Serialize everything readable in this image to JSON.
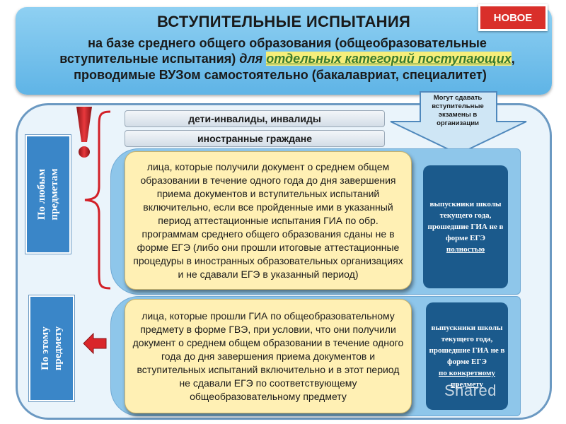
{
  "header": {
    "title": "ВСТУПИТЕЛЬНЫЕ ИСПЫТАНИЯ",
    "line1": "на базе среднего общего образования (общеобразовательные",
    "line2_start": "вступительные испытания)",
    "line2_italic": "для",
    "line2_link": "отдельных категорий поступающих",
    "line2_end": ",",
    "line3": "проводимые ВУЗом самостоятельно (бакалавриат, специалитет)",
    "badge": "НОВОЕ"
  },
  "categories": [
    "дети-инвалиды, инвалиды",
    "иностранные граждане"
  ],
  "side_labels": {
    "any_subjects": [
      "По любым",
      "предметам"
    ],
    "this_subject": [
      "По этому",
      "предмету"
    ]
  },
  "arrow_note": "Могут сдавать вступительные экзамены в организации",
  "top_section": {
    "text": "лица, которые получили документ о среднем общем образовании в течение одного года до дня завершения приема документов и вступительных испытаний включительно, если все пройденные ими в указанный период аттестационные испытания ГИА по обр. программам среднего общего образования сданы не в форме ЕГЭ (либо они прошли итоговые аттестационные процедуры в иностранных образовательных организациях и не сдавали ЕГЭ в указанный период)",
    "graduates_main": "выпускники школы текущего года, прошедшие ГИА не в форме ЕГЭ",
    "graduates_underline": "полностью"
  },
  "bottom_section": {
    "text": "лица, которые прошли ГИА по общеобразовательному предмету в форме ГВЭ, при условии, что они получили документ о среднем общем образовании в течение одного года до дня завершения приема документов и вступительных испытаний включительно и в этот период не сдавали ЕГЭ по соответствующему общеобразовательному предмету",
    "graduates_main": "выпускники школы текущего года, прошедшие ГИА не в форме ЕГЭ",
    "graduates_underline": "по конкретному предмету"
  },
  "watermark": "Shared",
  "colors": {
    "header_bg": "#6ec0ea",
    "badge": "#d92f2a",
    "side_label": "#3a86c8",
    "panel": "#8ec6ea",
    "yellow_box": "#fff0b4",
    "dark_box": "#1b5a8c",
    "accent_red": "#d9262a"
  },
  "icons": {
    "exclamation": "exclamation-icon",
    "left_arrow": "red-left-arrow-icon",
    "down_arrow": "down-arrow-icon",
    "brace": "left-brace-icon"
  }
}
